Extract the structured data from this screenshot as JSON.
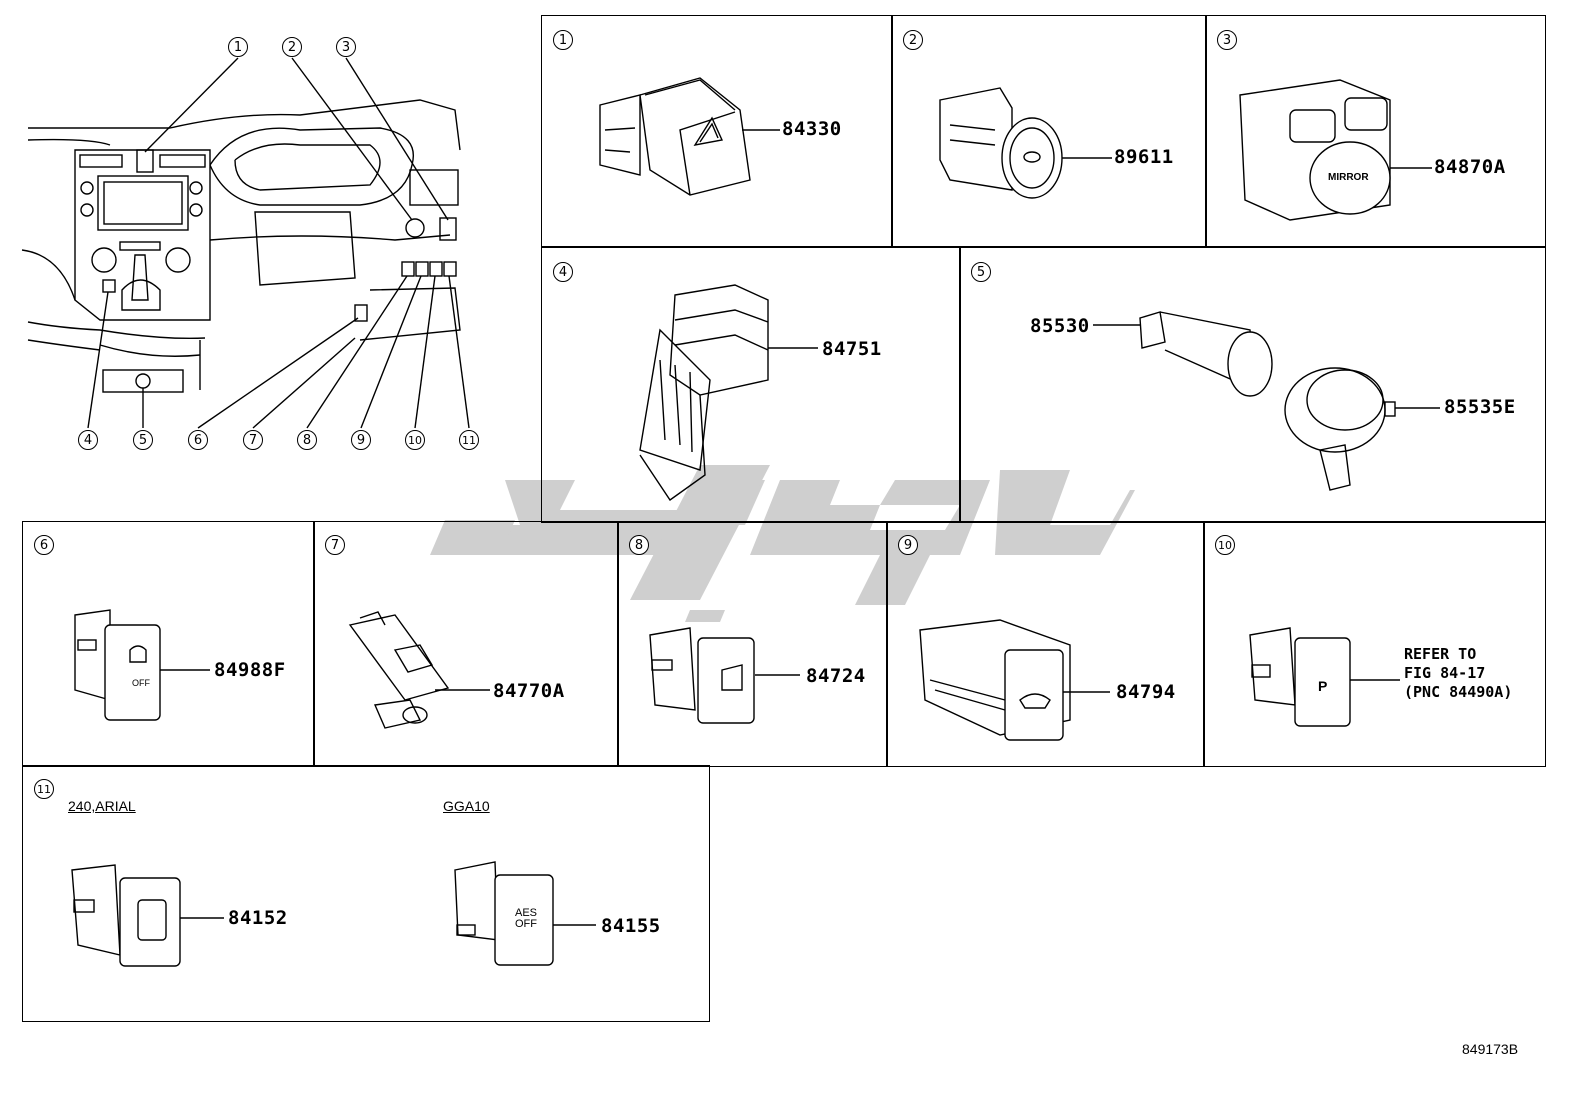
{
  "overview": {
    "callouts": [
      "1",
      "2",
      "3",
      "4",
      "5",
      "6",
      "7",
      "8",
      "9",
      "10",
      "11"
    ]
  },
  "panels": [
    {
      "id": "1",
      "part": "84330",
      "icon": "hazard-switch-icon"
    },
    {
      "id": "2",
      "part": "89611",
      "icon": "engine-start-button-icon"
    },
    {
      "id": "3",
      "part": "84870A",
      "icon": "mirror-switch-icon",
      "label": "MIRROR"
    },
    {
      "id": "4",
      "part": "84751",
      "icon": "seat-heater-switch-icon"
    },
    {
      "id": "5",
      "parts": [
        "85530",
        "85535E"
      ],
      "icon": "power-outlet-icon"
    },
    {
      "id": "6",
      "part": "84988F",
      "icon": "vsc-off-switch-icon",
      "label": "OFF"
    },
    {
      "id": "7",
      "part": "84770A",
      "icon": "dimmer-switch-icon"
    },
    {
      "id": "8",
      "part": "84724",
      "icon": "headlamp-leveling-switch-icon"
    },
    {
      "id": "9",
      "part": "84794",
      "icon": "defogger-switch-icon"
    },
    {
      "id": "10",
      "note": "REFER TO\nFIG 84-17\n(PNC 84490A)",
      "icon": "parking-assist-switch-icon"
    },
    {
      "id": "11",
      "variants": [
        {
          "label": "240,ARIAL",
          "part": "84152",
          "icon": "leveling-switch-icon"
        },
        {
          "label": "GGA10",
          "part": "84155",
          "icon": "aes-off-switch-icon",
          "switch_text": "AES\nOFF"
        }
      ]
    }
  ],
  "watermark_color": "#c8c8c8",
  "diagram_code": "849173B"
}
